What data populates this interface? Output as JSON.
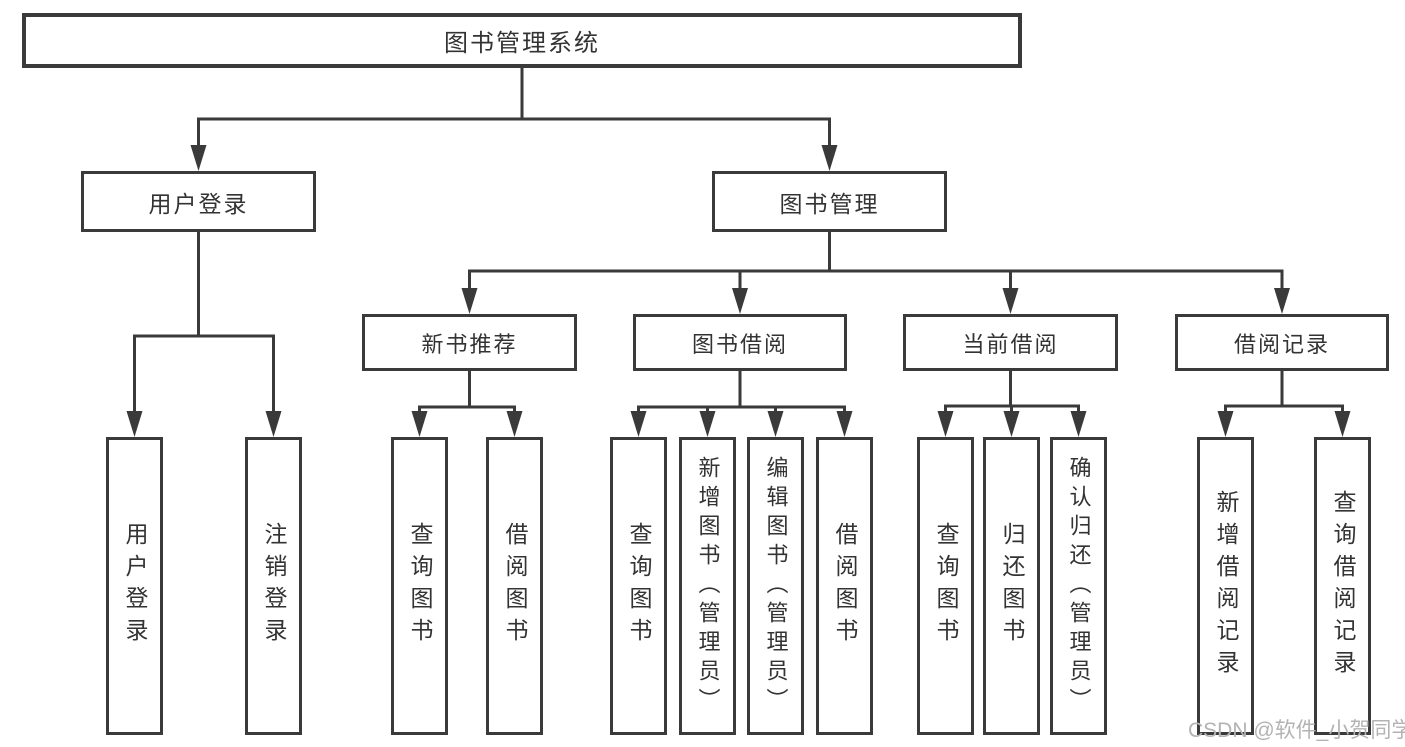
{
  "diagram_type": "hierarchy-flowchart",
  "colors": {
    "line": "#3a3a3a",
    "box_border": "#3a3a3a",
    "text": "#333333",
    "background": "#ffffff",
    "watermark_text": "#b3b3b3"
  },
  "tree": {
    "label": "图书管理系统",
    "children": [
      {
        "label": "用户登录",
        "children": [
          {
            "label": "用户登录"
          },
          {
            "label": "注销登录"
          }
        ]
      },
      {
        "label": "图书管理",
        "children": [
          {
            "label": "新书推荐",
            "children": [
              {
                "label": "查询图书"
              },
              {
                "label": "借阅图书"
              }
            ]
          },
          {
            "label": "图书借阅",
            "children": [
              {
                "label": "查询图书"
              },
              {
                "label": "新增图书（管理员）"
              },
              {
                "label": "编辑图书（管理员）"
              },
              {
                "label": "借阅图书"
              }
            ]
          },
          {
            "label": "当前借阅",
            "children": [
              {
                "label": "查询图书"
              },
              {
                "label": "归还图书"
              },
              {
                "label": "确认归还（管理员）"
              }
            ]
          },
          {
            "label": "借阅记录",
            "children": [
              {
                "label": "新增借阅记录"
              },
              {
                "label": "查询借阅记录"
              }
            ]
          }
        ]
      }
    ]
  },
  "watermark": {
    "text": "CSDN @软件_小贺同学"
  }
}
